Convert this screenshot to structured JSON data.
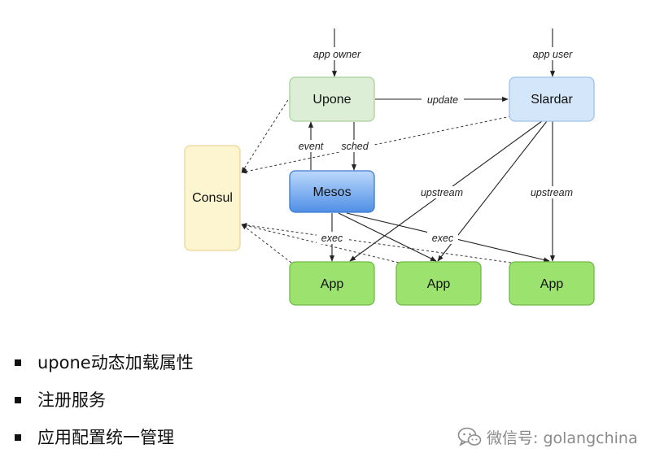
{
  "diagram": {
    "nodes": {
      "upone": {
        "label": "Upone",
        "fill": "#dcefd6",
        "stroke": "#a9d19a"
      },
      "slardar": {
        "label": "Slardar",
        "fill": "#d4e6fa",
        "stroke": "#9dc2ea"
      },
      "consul": {
        "label": "Consul",
        "fill": "#fdf4d0",
        "stroke": "#e7d79a"
      },
      "mesos": {
        "label": "Mesos",
        "fill_top": "#bcd9fb",
        "fill_bottom": "#4f8fe6",
        "stroke": "#3e79cc"
      },
      "app1": {
        "label": "App",
        "fill": "#9ce26e",
        "stroke": "#6fbb45"
      },
      "app2": {
        "label": "App",
        "fill": "#9ce26e",
        "stroke": "#6fbb45"
      },
      "app3": {
        "label": "App",
        "fill": "#9ce26e",
        "stroke": "#6fbb45"
      }
    },
    "edge_labels": {
      "app_owner": "app owner",
      "app_user": "app user",
      "update": "update",
      "event": "event",
      "sched": "sched",
      "upstream_left": "upstream",
      "upstream_right": "upstream",
      "exec_left": "exec",
      "exec_right": "exec"
    }
  },
  "bullets": [
    "upone动态加载属性",
    "注册服务",
    "应用配置统一管理"
  ],
  "watermark": {
    "text": "微信号: golangchina",
    "icon": "wechat-icon"
  }
}
